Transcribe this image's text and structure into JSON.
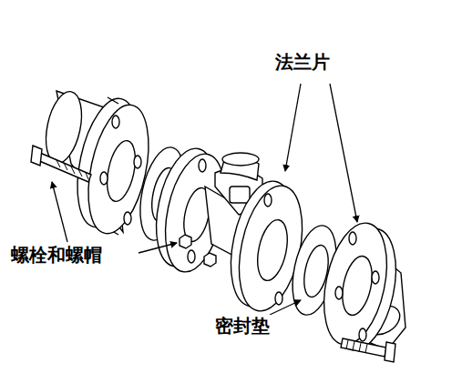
{
  "diagram": {
    "labels": [
      "法兰片",
      "螺栓和螺帽",
      "密封垫"
    ]
  }
}
